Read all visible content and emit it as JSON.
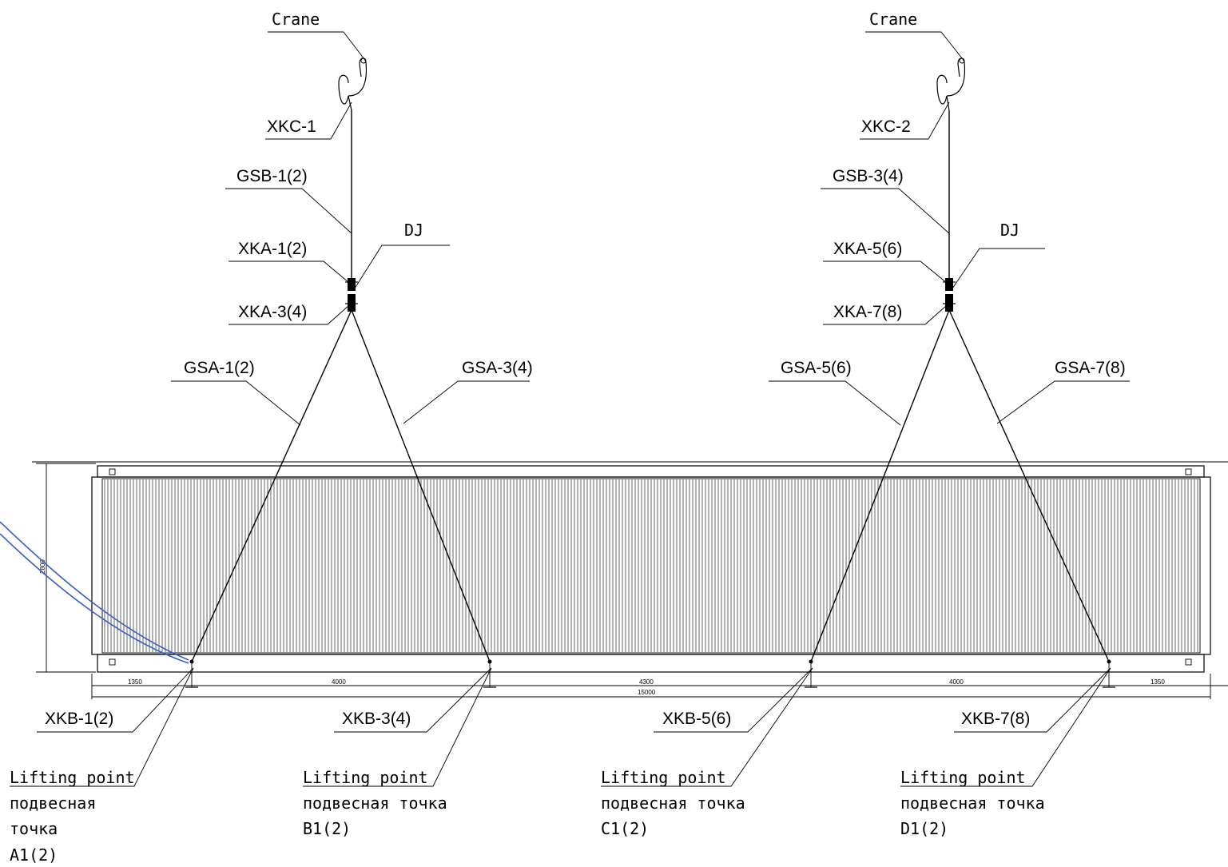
{
  "cranes": [
    {
      "label": "Crane",
      "hook_label": "XKC-1",
      "main_sling": "GSB-1(2)",
      "shackle_top": "XKA-1(2)",
      "shackle_bottom": "XKA-3(4)",
      "beam_label": "DJ",
      "left_sling": "GSA-1(2)",
      "right_sling": "GSA-3(4)"
    },
    {
      "label": "Crane",
      "hook_label": "XKC-2",
      "main_sling": "GSB-3(4)",
      "shackle_top": "XKA-5(6)",
      "shackle_bottom": "XKA-7(8)",
      "beam_label": "DJ",
      "left_sling": "GSA-5(6)",
      "right_sling": "GSA-7(8)"
    }
  ],
  "lifting_points": [
    {
      "shackle": "XKB-1(2)",
      "line1": "Lifting point",
      "line2": "подвесная",
      "line3": "точка",
      "line4": "A1(2)"
    },
    {
      "shackle": "XKB-3(4)",
      "line1": "Lifting point",
      "line2": "подвесная точка",
      "line3": "B1(2)"
    },
    {
      "shackle": "XKB-5(6)",
      "line1": "Lifting point",
      "line2": "подвесная точка",
      "line3": "C1(2)"
    },
    {
      "shackle": "XKB-7(8)",
      "line1": "Lifting point",
      "line2": "подвесная точка",
      "line3": "D1(2)"
    }
  ],
  "dimensions": {
    "segments": [
      "1350",
      "4000",
      "4300",
      "4000",
      "1350"
    ],
    "total": "15000",
    "height": "2800"
  },
  "colors": {
    "line": "#000000",
    "callout": "#3a5fc8"
  }
}
